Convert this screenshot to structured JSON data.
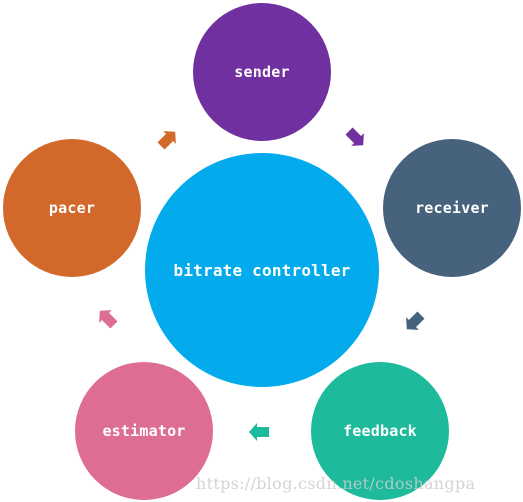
{
  "diagram": {
    "center": {
      "label": "bitrate controller",
      "color": "#03ABEC"
    },
    "nodes": [
      {
        "id": "sender",
        "label": "sender",
        "color": "#7030A0"
      },
      {
        "id": "receiver",
        "label": "receiver",
        "color": "#46627D"
      },
      {
        "id": "feedback",
        "label": "feedback",
        "color": "#1DBB9C"
      },
      {
        "id": "estimator",
        "label": "estimator",
        "color": "#DE6D96"
      },
      {
        "id": "pacer",
        "label": "pacer",
        "color": "#D2692A"
      }
    ],
    "flow": [
      {
        "from": "sender",
        "to": "receiver",
        "color": "#7030A0"
      },
      {
        "from": "receiver",
        "to": "feedback",
        "color": "#46627D"
      },
      {
        "from": "feedback",
        "to": "estimator",
        "color": "#1DBB9C"
      },
      {
        "from": "estimator",
        "to": "pacer",
        "color": "#DE6D96"
      },
      {
        "from": "pacer",
        "to": "sender",
        "color": "#D2692A"
      }
    ]
  },
  "watermark": {
    "text": "https://blog.csdn.net/cdoshangpa"
  }
}
